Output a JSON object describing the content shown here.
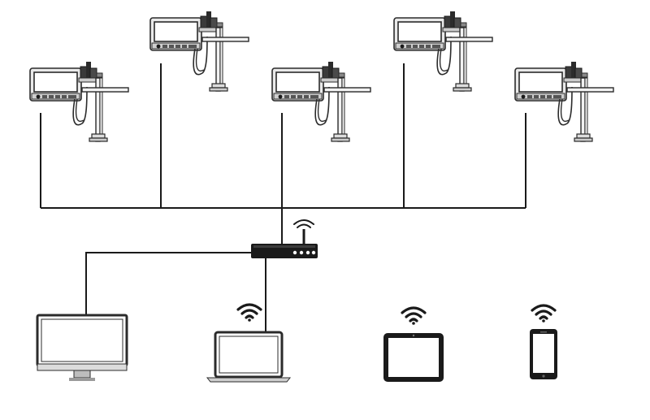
{
  "diagram": {
    "type": "network-topology",
    "colors": {
      "line": "#1a1a1a",
      "device_body": "#e9e9e9",
      "screen_border": "#2b2b2b",
      "screen_fill": "#ffffff",
      "background": "#ffffff"
    },
    "printers": [
      {
        "id": "printer-1",
        "icon": "industrial-inkjet-printer-icon"
      },
      {
        "id": "printer-2",
        "icon": "industrial-inkjet-printer-icon"
      },
      {
        "id": "printer-3",
        "icon": "industrial-inkjet-printer-icon"
      },
      {
        "id": "printer-4",
        "icon": "industrial-inkjet-printer-icon"
      },
      {
        "id": "printer-5",
        "icon": "industrial-inkjet-printer-icon"
      }
    ],
    "router": {
      "id": "wireless-router",
      "icon": "wifi-router-icon"
    },
    "clients": [
      {
        "id": "desktop-monitor",
        "icon": "desktop-monitor-icon",
        "connection": "wired"
      },
      {
        "id": "laptop",
        "icon": "laptop-icon",
        "connection": "wired",
        "wifi": true
      },
      {
        "id": "tablet",
        "icon": "tablet-icon",
        "connection": "wireless",
        "wifi": true
      },
      {
        "id": "smartphone",
        "icon": "smartphone-icon",
        "connection": "wireless",
        "wifi": true
      }
    ]
  }
}
